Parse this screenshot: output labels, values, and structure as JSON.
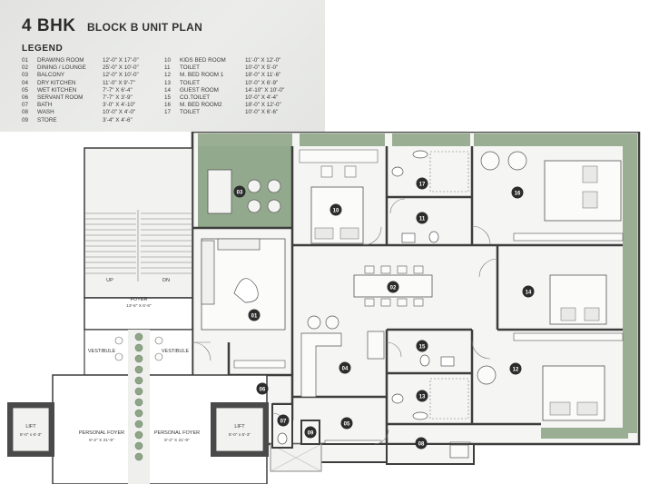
{
  "header": {
    "title": "4 BHK",
    "subtitle": "BLOCK B UNIT PLAN"
  },
  "legend": {
    "heading": "LEGEND",
    "items": [
      {
        "num": "01",
        "name": "DRAWING ROOM",
        "size": "12'-0\" X 17'-0\""
      },
      {
        "num": "02",
        "name": "DINING / LOUNGE",
        "size": "25'-0\" X 10'-0\""
      },
      {
        "num": "03",
        "name": "BALCONY",
        "size": "12'-0\" X 10'-0\""
      },
      {
        "num": "04",
        "name": "DRY KITCHEN",
        "size": "11'-0\" X 9'-7\""
      },
      {
        "num": "05",
        "name": "WET KITCHEN",
        "size": "7'-7\" X 6'-4\""
      },
      {
        "num": "06",
        "name": "SERVANT ROOM",
        "size": "7'-7\" X 3'-9\""
      },
      {
        "num": "07",
        "name": "BATH",
        "size": "3'-0\" X 4'-10\""
      },
      {
        "num": "08",
        "name": "WASH",
        "size": "10'-0\" X 4'-0\""
      },
      {
        "num": "09",
        "name": "STORE",
        "size": "3'-4\" X 4'-6\""
      },
      {
        "num": "10",
        "name": "KIDS BED ROOM",
        "size": "11'-0\" X 12'-0\""
      },
      {
        "num": "11",
        "name": "TOILET",
        "size": "10'-0\" X 5'-0\""
      },
      {
        "num": "12",
        "name": "M. BED ROOM 1",
        "size": "18'-0\" X 11'-6\""
      },
      {
        "num": "13",
        "name": "TOILET",
        "size": "10'-0\" X 6'-9\""
      },
      {
        "num": "14",
        "name": "GUEST ROOM",
        "size": "14'-10\" X 10'-0\""
      },
      {
        "num": "15",
        "name": "CO.TOILET",
        "size": "10'-0\" X 4'-4\""
      },
      {
        "num": "16",
        "name": "M. BED ROOM2",
        "size": "18'-0\" X 12'-0\""
      },
      {
        "num": "17",
        "name": "TOILET",
        "size": "10'-0\" X 6'-6\""
      }
    ]
  },
  "plan": {
    "room_tags": [
      "01",
      "02",
      "03",
      "04",
      "05",
      "06",
      "07",
      "08",
      "09",
      "10",
      "11",
      "12",
      "13",
      "14",
      "15",
      "16",
      "17"
    ],
    "common_labels": {
      "foyer": "FOYER",
      "foyer_size": "13'-6\" X 6'-6\"",
      "vestibule": "VESTIBULE",
      "personal_foyer": "PERSONAL FOYER",
      "personal_foyer_size": "8'-2\" X 21'-9\"",
      "lift": "LIFT",
      "lift_size": "8'-0\" x 6'-3\"",
      "stair_up": "UP",
      "stair_dn": "DN"
    }
  },
  "colors": {
    "panel_bg": "#e6e7e5",
    "wall": "#3d3d3d",
    "floor": "#f5f5f3",
    "balcony_green": "#93a98d",
    "strip_green": "#9aae93",
    "lift_dark": "#4a4a4a",
    "tag_fill": "#2c2c2c",
    "tag_text": "#ffffff"
  }
}
